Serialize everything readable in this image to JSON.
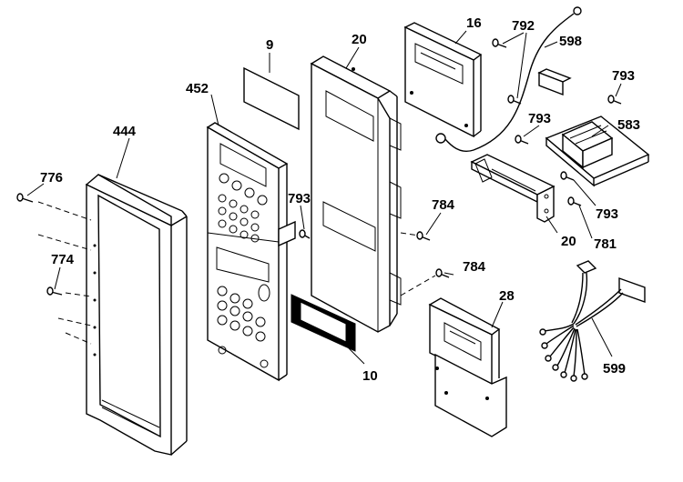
{
  "diagram": {
    "labels": {
      "p9": "9",
      "p20_top": "20",
      "p16": "16",
      "p792": "792",
      "p598": "598",
      "p452": "452",
      "p793_a": "793",
      "p583": "583",
      "p444": "444",
      "p793_b": "793",
      "p776": "776",
      "p793_c": "793",
      "p793_d": "793",
      "p784_a": "784",
      "p20_bracket": "20",
      "p781": "781",
      "p774": "774",
      "p784_b": "784",
      "p28": "28",
      "p10": "10",
      "p599": "599"
    }
  }
}
